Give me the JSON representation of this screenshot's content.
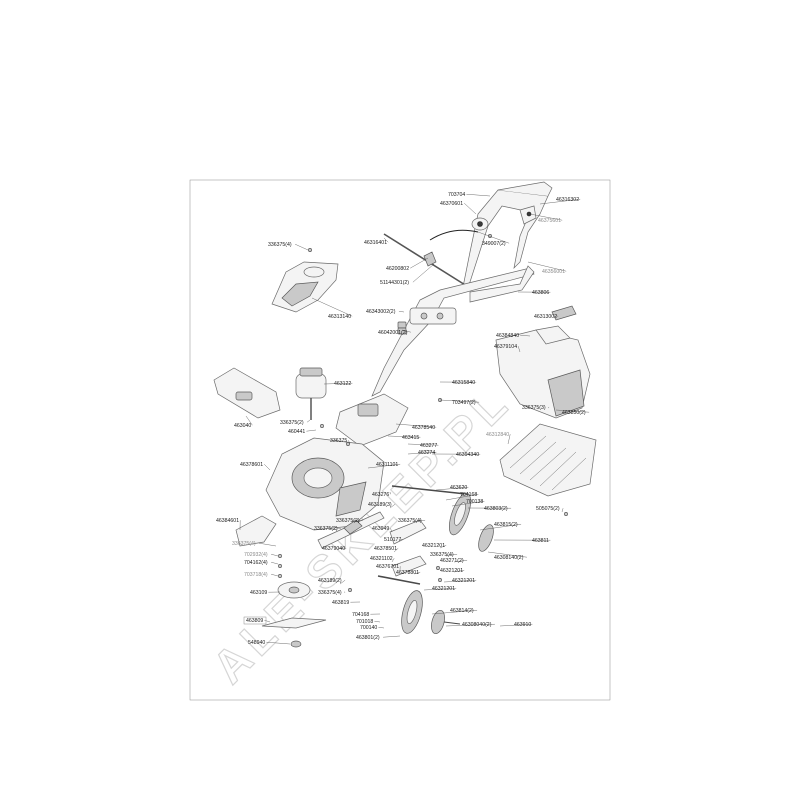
{
  "watermark": "ALE-SKLEP.PL",
  "labels": [
    {
      "id": "l1",
      "text": "703704"
    },
    {
      "id": "l2",
      "text": "46370601"
    },
    {
      "id": "l3",
      "text": "46316302"
    },
    {
      "id": "l4",
      "text": "46375601"
    },
    {
      "id": "l5",
      "text": "46316401"
    },
    {
      "id": "l6",
      "text": "349007(2)"
    },
    {
      "id": "l7",
      "text": "336375(4)"
    },
    {
      "id": "l8",
      "text": "46200802"
    },
    {
      "id": "l9",
      "text": "46356001"
    },
    {
      "id": "l10",
      "text": "51144301(2)"
    },
    {
      "id": "l11",
      "text": "463806"
    },
    {
      "id": "l12",
      "text": "46313140"
    },
    {
      "id": "l13",
      "text": "46343002(2)"
    },
    {
      "id": "l14",
      "text": "46313002"
    },
    {
      "id": "l15",
      "text": "46042001(2)"
    },
    {
      "id": "l16",
      "text": "46384840"
    },
    {
      "id": "l17",
      "text": "46379104"
    },
    {
      "id": "l18",
      "text": "463122"
    },
    {
      "id": "l19",
      "text": "46315840"
    },
    {
      "id": "l20",
      "text": "703497(2)"
    },
    {
      "id": "l21",
      "text": "336375(3)"
    },
    {
      "id": "l22",
      "text": "463850(2)"
    },
    {
      "id": "l23",
      "text": "336375(2)"
    },
    {
      "id": "l24",
      "text": "463040"
    },
    {
      "id": "l25",
      "text": "460441"
    },
    {
      "id": "l26",
      "text": "46378540"
    },
    {
      "id": "l27",
      "text": "46312840"
    },
    {
      "id": "l28",
      "text": "336375"
    },
    {
      "id": "l29",
      "text": "463415"
    },
    {
      "id": "l30",
      "text": "463277"
    },
    {
      "id": "l31",
      "text": "463274"
    },
    {
      "id": "l32",
      "text": "46394340"
    },
    {
      "id": "l33",
      "text": "46378601"
    },
    {
      "id": "l34",
      "text": "46311101"
    },
    {
      "id": "l35",
      "text": "463620"
    },
    {
      "id": "l36",
      "text": "463276"
    },
    {
      "id": "l37",
      "text": "704168"
    },
    {
      "id": "l38",
      "text": "700138"
    },
    {
      "id": "l39",
      "text": "463189(3)"
    },
    {
      "id": "l40",
      "text": "463803(2)"
    },
    {
      "id": "l41",
      "text": "505075(2)"
    },
    {
      "id": "l42",
      "text": "46384601"
    },
    {
      "id": "l43",
      "text": "336375(2)"
    },
    {
      "id": "l44",
      "text": "336375(4)"
    },
    {
      "id": "l45",
      "text": "463815(2)"
    },
    {
      "id": "l46",
      "text": "336375(2)"
    },
    {
      "id": "l47",
      "text": "463949"
    },
    {
      "id": "l48",
      "text": "463811"
    },
    {
      "id": "l49",
      "text": "336375(4)"
    },
    {
      "id": "l50",
      "text": "510177"
    },
    {
      "id": "l51",
      "text": "46379040"
    },
    {
      "id": "l52",
      "text": "46378501"
    },
    {
      "id": "l53",
      "text": "46321201"
    },
    {
      "id": "l54",
      "text": "336375(4)"
    },
    {
      "id": "l55",
      "text": "46308140(2)"
    },
    {
      "id": "l56",
      "text": "702932(4)"
    },
    {
      "id": "l57",
      "text": "704162(4)"
    },
    {
      "id": "l58",
      "text": "46321102"
    },
    {
      "id": "l59",
      "text": "463271(2)"
    },
    {
      "id": "l60",
      "text": "46376701"
    },
    {
      "id": "l61",
      "text": "46321201"
    },
    {
      "id": "l62",
      "text": "703718(4)"
    },
    {
      "id": "l63",
      "text": "46378801"
    },
    {
      "id": "l64",
      "text": "46321201"
    },
    {
      "id": "l65",
      "text": "463189(2)"
    },
    {
      "id": "l66",
      "text": "46321201"
    },
    {
      "id": "l67",
      "text": "463109"
    },
    {
      "id": "l68",
      "text": "336375(4)"
    },
    {
      "id": "l69",
      "text": "463819"
    },
    {
      "id": "l70",
      "text": "704168"
    },
    {
      "id": "l71",
      "text": "463814(2)"
    },
    {
      "id": "l72",
      "text": "463809"
    },
    {
      "id": "l73",
      "text": "701018"
    },
    {
      "id": "l74",
      "text": "700140"
    },
    {
      "id": "l75",
      "text": "46308040(2)"
    },
    {
      "id": "l76",
      "text": "463910"
    },
    {
      "id": "l77",
      "text": "463801(2)"
    },
    {
      "id": "l78",
      "text": "548940"
    }
  ]
}
